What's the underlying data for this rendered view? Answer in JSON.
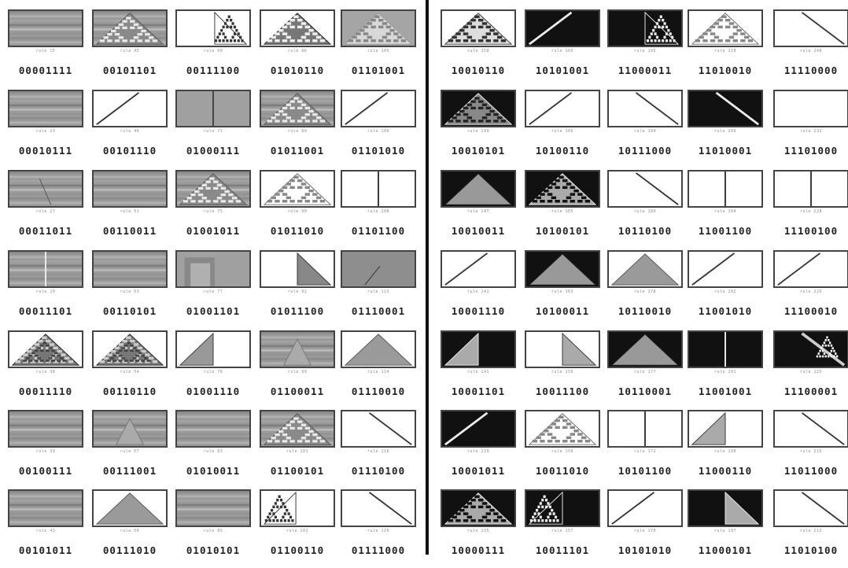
{
  "left_panel": {
    "cells": [
      {
        "code": "00001111",
        "caption": "rule 15",
        "pattern": "stripes-gray"
      },
      {
        "code": "00101101",
        "caption": "rule 45",
        "pattern": "stripes-sierpinski"
      },
      {
        "code": "00111100",
        "caption": "rule 60",
        "pattern": "white-fractal-right"
      },
      {
        "code": "01010110",
        "caption": "rule 86",
        "pattern": "gray-triangle-sierpinski"
      },
      {
        "code": "01101001",
        "caption": "rule 105",
        "pattern": "gray-white-fractal"
      },
      {
        "code": "00010111",
        "caption": "rule 23",
        "pattern": "stripes-gray"
      },
      {
        "code": "00101110",
        "caption": "rule 46",
        "pattern": "white-diagonal-left"
      },
      {
        "code": "01000111",
        "caption": "rule 71",
        "pattern": "gray-vertical-line"
      },
      {
        "code": "01011001",
        "caption": "rule 89",
        "pattern": "stripes-sierpinski"
      },
      {
        "code": "01101010",
        "caption": "rule 106",
        "pattern": "white-diagonal-left"
      },
      {
        "code": "00011011",
        "caption": "rule 27",
        "pattern": "stripes-diagonal"
      },
      {
        "code": "00110011",
        "caption": "rule 51",
        "pattern": "stripes-gray"
      },
      {
        "code": "01001011",
        "caption": "rule 75",
        "pattern": "stripes-sierpinski"
      },
      {
        "code": "01011010",
        "caption": "rule 90",
        "pattern": "white-sierpinski"
      },
      {
        "code": "01101100",
        "caption": "rule 108",
        "pattern": "white-vertical-line"
      },
      {
        "code": "00011101",
        "caption": "rule 29",
        "pattern": "stripes-vertical-line"
      },
      {
        "code": "00110101",
        "caption": "rule 53",
        "pattern": "stripes-gray"
      },
      {
        "code": "01001101",
        "caption": "rule 77",
        "pattern": "gray-nested"
      },
      {
        "code": "01011100",
        "caption": "rule 92",
        "pattern": "white-right-wedge"
      },
      {
        "code": "01110001",
        "caption": "rule 113",
        "pattern": "gray-diagonal"
      },
      {
        "code": "00011110",
        "caption": "rule 30",
        "pattern": "white-triangle-chaos"
      },
      {
        "code": "00110110",
        "caption": "rule 54",
        "pattern": "white-triangle-chaos"
      },
      {
        "code": "01001110",
        "caption": "rule 78",
        "pattern": "white-left-wedge"
      },
      {
        "code": "01100011",
        "caption": "rule 99",
        "pattern": "stripes-triangle"
      },
      {
        "code": "01110010",
        "caption": "rule 114",
        "pattern": "white-triangle-gray"
      },
      {
        "code": "00100111",
        "caption": "rule 39",
        "pattern": "stripes-gray"
      },
      {
        "code": "00111001",
        "caption": "rule 57",
        "pattern": "stripes-triangle"
      },
      {
        "code": "01010011",
        "caption": "rule 83",
        "pattern": "stripes-gray"
      },
      {
        "code": "01100101",
        "caption": "rule 101",
        "pattern": "stripes-sierpinski"
      },
      {
        "code": "01110100",
        "caption": "rule 116",
        "pattern": "white-diagonal-right"
      },
      {
        "code": "00101011",
        "caption": "rule 43",
        "pattern": "stripes-gray"
      },
      {
        "code": "00111010",
        "caption": "rule 58",
        "pattern": "white-triangle-gray"
      },
      {
        "code": "01010101",
        "caption": "rule 85",
        "pattern": "stripes-gray"
      },
      {
        "code": "01100110",
        "caption": "rule 102",
        "pattern": "white-fractal-left"
      },
      {
        "code": "01111000",
        "caption": "rule 120",
        "pattern": "white-diagonal-right"
      }
    ]
  },
  "right_panel": {
    "cells": [
      {
        "code": "10010110",
        "caption": "rule 150",
        "pattern": "white-sierpinski-dense"
      },
      {
        "code": "10101001",
        "caption": "rule 169",
        "pattern": "black-diagonal-left"
      },
      {
        "code": "11000011",
        "caption": "rule 195",
        "pattern": "black-fractal"
      },
      {
        "code": "11010010",
        "caption": "rule 210",
        "pattern": "white-sierpinski"
      },
      {
        "code": "11110000",
        "caption": "rule 240",
        "pattern": "white-diagonal-right"
      },
      {
        "code": "10010101",
        "caption": "rule 149",
        "pattern": "black-triangle-chaos"
      },
      {
        "code": "10100110",
        "caption": "rule 166",
        "pattern": "white-diagonal-left"
      },
      {
        "code": "10111000",
        "caption": "rule 184",
        "pattern": "white-diagonal-right"
      },
      {
        "code": "11010001",
        "caption": "rule 209",
        "pattern": "black-diagonal-right"
      },
      {
        "code": "11101000",
        "caption": "rule 232",
        "pattern": "white-empty"
      },
      {
        "code": "10010011",
        "caption": "rule 147",
        "pattern": "black-triangle-gray"
      },
      {
        "code": "10100101",
        "caption": "rule 165",
        "pattern": "black-triangle-sierpinski"
      },
      {
        "code": "10110100",
        "caption": "rule 180",
        "pattern": "white-diagonal-right"
      },
      {
        "code": "11001100",
        "caption": "rule 204",
        "pattern": "white-vertical-line"
      },
      {
        "code": "11100100",
        "caption": "rule 228",
        "pattern": "white-vertical-line"
      },
      {
        "code": "10001110",
        "caption": "rule 142",
        "pattern": "white-diagonal-left"
      },
      {
        "code": "10100011",
        "caption": "rule 163",
        "pattern": "black-triangle-gray"
      },
      {
        "code": "10110010",
        "caption": "rule 178",
        "pattern": "white-triangle-gray"
      },
      {
        "code": "11001010",
        "caption": "rule 202",
        "pattern": "white-diagonal-left"
      },
      {
        "code": "11100010",
        "caption": "rule 226",
        "pattern": "white-diagonal-left"
      },
      {
        "code": "10001101",
        "caption": "rule 141",
        "pattern": "black-left-wedge"
      },
      {
        "code": "10011100",
        "caption": "rule 156",
        "pattern": "white-right-wedge-gray"
      },
      {
        "code": "10110001",
        "caption": "rule 177",
        "pattern": "black-triangle-gray"
      },
      {
        "code": "11001001",
        "caption": "rule 201",
        "pattern": "black-vertical-line"
      },
      {
        "code": "11100001",
        "caption": "rule 225",
        "pattern": "black-diagonal-chaos"
      },
      {
        "code": "10001011",
        "caption": "rule 139",
        "pattern": "black-diagonal-left"
      },
      {
        "code": "10011010",
        "caption": "rule 154",
        "pattern": "white-sierpinski"
      },
      {
        "code": "10101100",
        "caption": "rule 172",
        "pattern": "white-vertical-line"
      },
      {
        "code": "11000110",
        "caption": "rule 198",
        "pattern": "white-left-wedge-gray"
      },
      {
        "code": "11011000",
        "caption": "rule 216",
        "pattern": "white-diagonal-right"
      },
      {
        "code": "10000111",
        "caption": "rule 135",
        "pattern": "black-triangle-sierpinski"
      },
      {
        "code": "10011101",
        "caption": "rule 157",
        "pattern": "black-fractal-left"
      },
      {
        "code": "10101010",
        "caption": "rule 170",
        "pattern": "white-diagonal-left"
      },
      {
        "code": "11000101",
        "caption": "rule 197",
        "pattern": "black-right-wedge"
      },
      {
        "code": "11010100",
        "caption": "rule 212",
        "pattern": "white-diagonal-right"
      }
    ]
  }
}
